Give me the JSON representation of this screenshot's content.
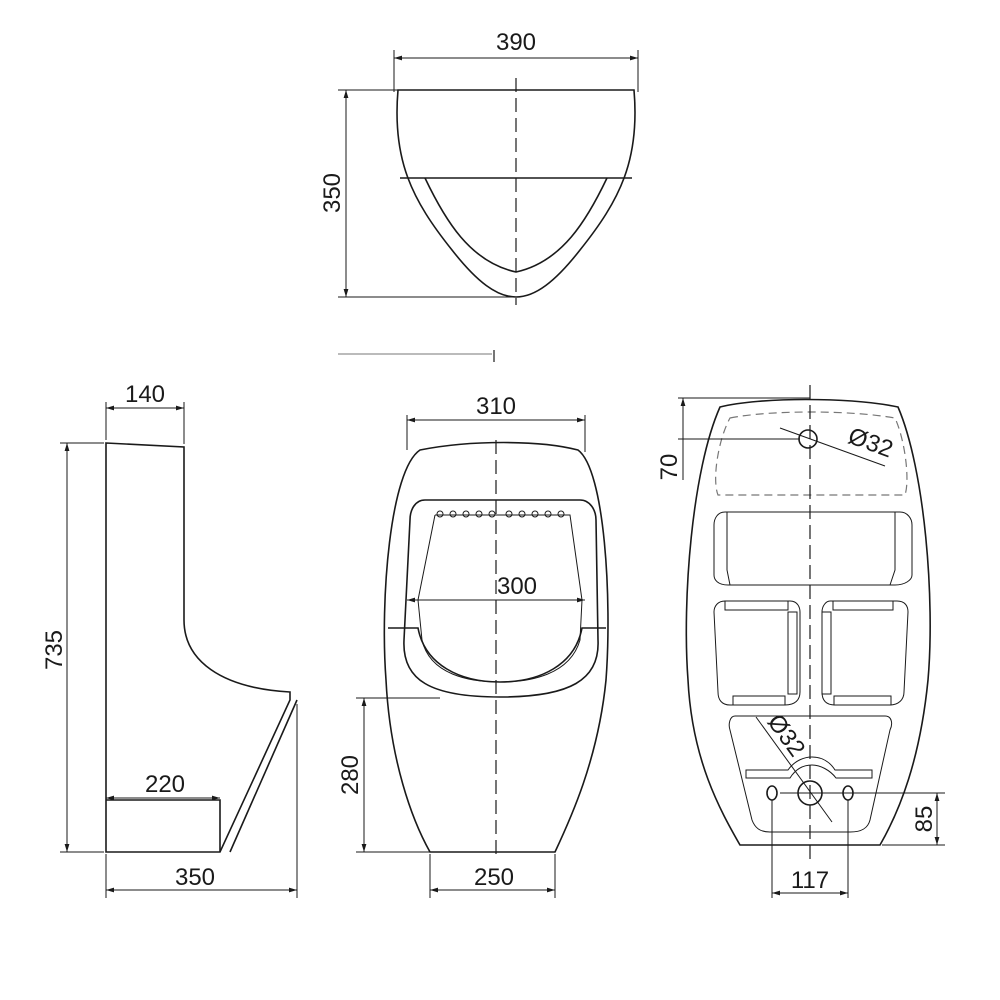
{
  "title": "Urinal dimensional drawing",
  "top_view": {
    "width": "390",
    "depth": "350"
  },
  "side_view": {
    "depth_top": "140",
    "height": "735",
    "inner_depth": "220",
    "depth_bottom": "350"
  },
  "front_view": {
    "width_top": "310",
    "bowl_width": "300",
    "lip_height": "280",
    "width_bottom": "250"
  },
  "rear_view": {
    "inlet_offset": "70",
    "inlet_diameter": "Ø32",
    "outlet_diameter": "Ø32",
    "outlet_height": "85",
    "fixing_spacing": "117"
  }
}
